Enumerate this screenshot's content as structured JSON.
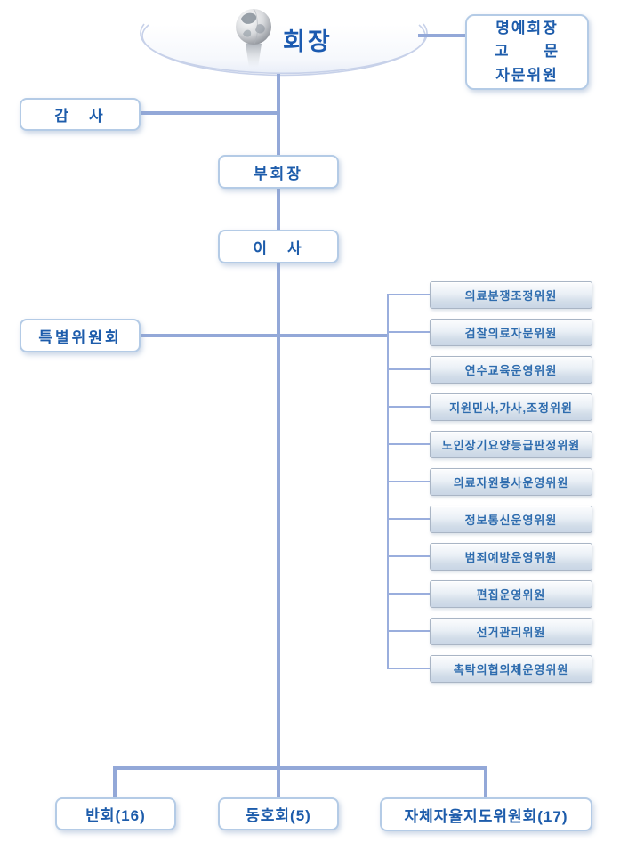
{
  "org": {
    "chairman": {
      "label": "회장"
    },
    "honorary": {
      "lines": [
        "명예회장",
        "고　　문",
        "자문위원"
      ]
    },
    "auditor": {
      "label": "감　사"
    },
    "vice_chairman": {
      "label": "부회장"
    },
    "director": {
      "label": "이　사"
    },
    "special_committee": {
      "label": "특별위원회"
    },
    "committees": [
      {
        "label": "의료분쟁조정위원"
      },
      {
        "label": "검찰의료자문위원"
      },
      {
        "label": "연수교육운영위원"
      },
      {
        "label": "지원민사,가사,조정위원"
      },
      {
        "label": "노인장기요양등급판정위원"
      },
      {
        "label": "의료자원봉사운영위원"
      },
      {
        "label": "정보통신운영위원"
      },
      {
        "label": "범죄예방운영위원"
      },
      {
        "label": "편집운영위원"
      },
      {
        "label": "선거관리위원"
      },
      {
        "label": "촉탁의협의체운영위원"
      }
    ],
    "bottom_groups": [
      {
        "label": "반회(16)"
      },
      {
        "label": "동호회(5)"
      },
      {
        "label": "자체자율지도위원회(17)"
      }
    ]
  },
  "icons": {
    "globe": "globe-icon"
  },
  "colors": {
    "connector": "#93a8d8",
    "connector_thin": "#9aaedd",
    "box_border": "#b4cbe6",
    "box_text": "#1d5cab",
    "committee_text": "#2e6cae",
    "committee_border": "#a9b5c5",
    "dish_stroke": "#c7d1e9"
  }
}
